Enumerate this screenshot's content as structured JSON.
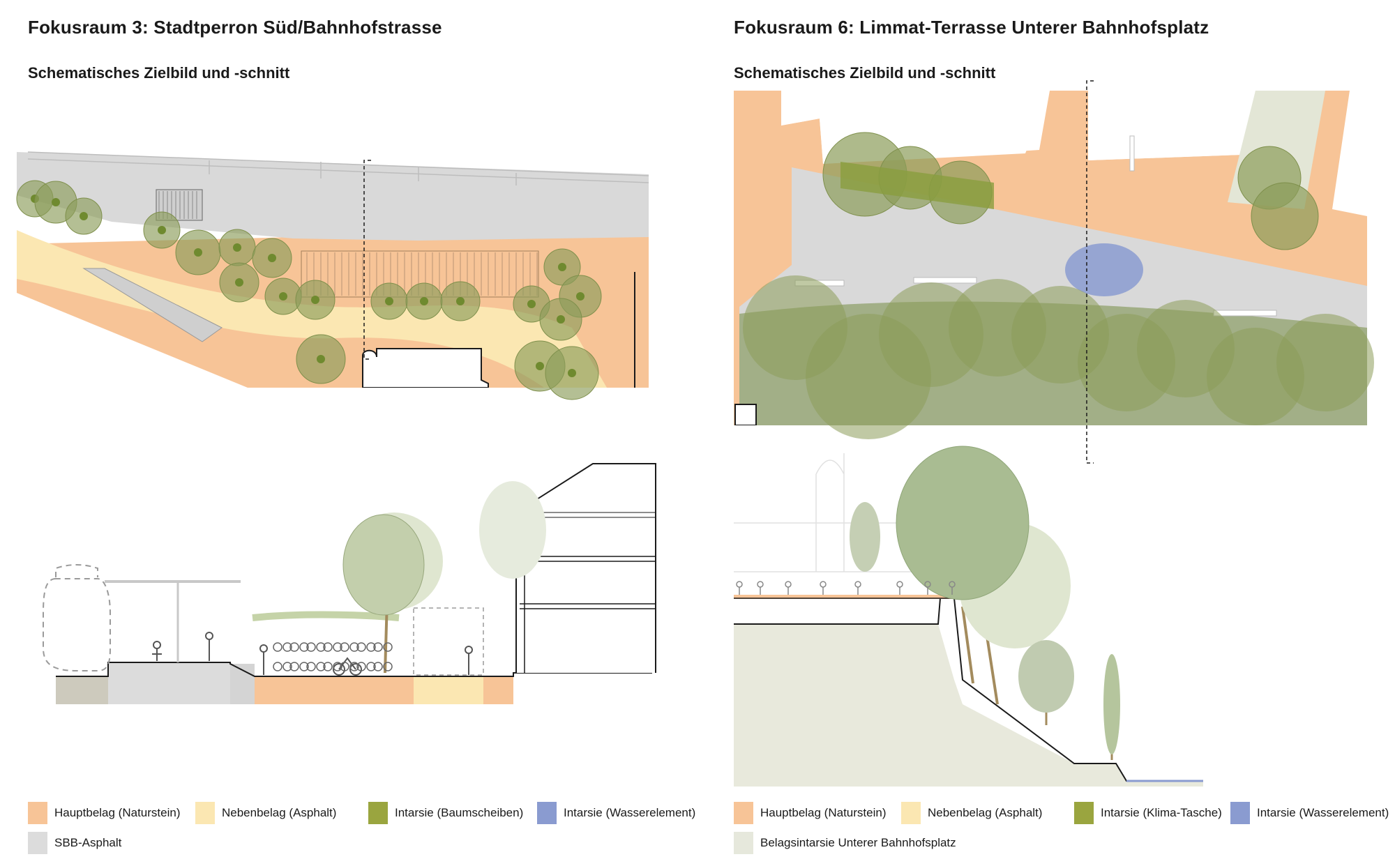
{
  "left": {
    "title": "Fokusraum 3: Stadtperron Süd/Bahnhofstrasse",
    "subtitle": "Schematisches Zielbild und -schnitt",
    "legend": [
      {
        "label": "Hauptbelag (Naturstein)",
        "color": "#f7c497"
      },
      {
        "label": "Nebenbelag (Asphalt)",
        "color": "#fbe7b2"
      },
      {
        "label": "Intarsie (Baumscheiben)",
        "color": "#9aa53f"
      },
      {
        "label": "Intarsie (Wasserelement)",
        "color": "#8a9bd0"
      },
      {
        "label": "SBB-Asphalt",
        "color": "#dcdcdc"
      }
    ]
  },
  "right": {
    "title": "Fokusraum 6: Limmat-Terrasse Unterer Bahnhofsplatz",
    "subtitle": "Schematisches Zielbild und -schnitt",
    "legend": [
      {
        "label": "Hauptbelag (Naturstein)",
        "color": "#f7c497"
      },
      {
        "label": "Nebenbelag (Asphalt)",
        "color": "#fbe7b2"
      },
      {
        "label": "Intarsie (Klima-Tasche)",
        "color": "#9aa53f"
      },
      {
        "label": "Intarsie (Wasserelement)",
        "color": "#8a9bd0"
      },
      {
        "label": "Belagsintarsie Unterer Bahnhofsplatz",
        "color": "#e6e8dc"
      }
    ]
  },
  "colors": {
    "hauptbelag": "#f7c497",
    "nebenbelag": "#fbe7b2",
    "intarsie": "#9aa53f",
    "wasser": "#8a9bd0",
    "grey": "#d9d9d9",
    "tree": "#8c9c5a",
    "tree_light": "#b9c79e"
  }
}
